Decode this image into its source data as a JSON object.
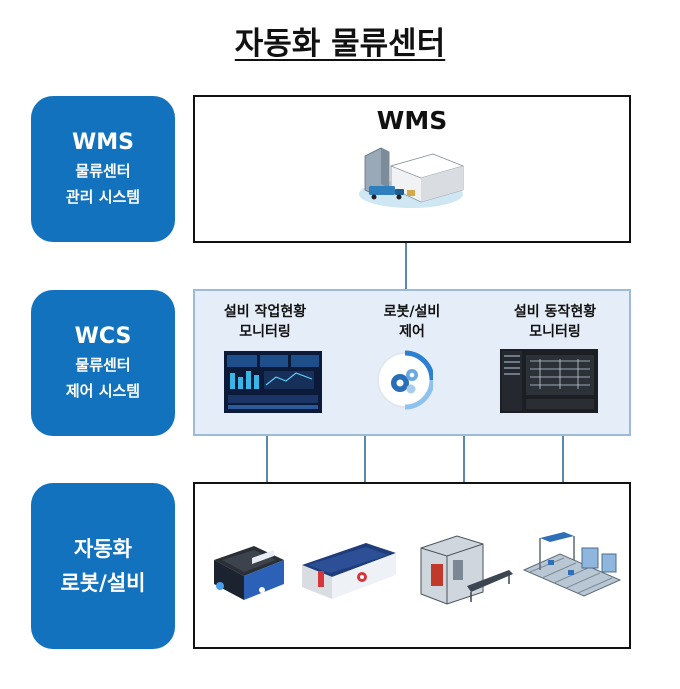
{
  "title": "자동화 물류센터",
  "tiers": [
    {
      "name": "WMS",
      "line1": "물류센터",
      "line2": "관리 시스템"
    },
    {
      "name": "WCS",
      "line1": "물류센터",
      "line2": "제어 시스템"
    },
    {
      "line1": "자동화",
      "line2": "로봇/설비"
    }
  ],
  "wms_box": {
    "label": "WMS"
  },
  "wcs_box": {
    "items": [
      {
        "line1": "설비 작업현황",
        "line2": "모니터링"
      },
      {
        "line1": "로봇/설비",
        "line2": "제어"
      },
      {
        "line1": "설비 동작현황",
        "line2": "모니터링"
      }
    ]
  },
  "colors": {
    "pill": "#1272bd",
    "wcs_bg": "#e5eef8",
    "connector": "#5b86ad"
  }
}
